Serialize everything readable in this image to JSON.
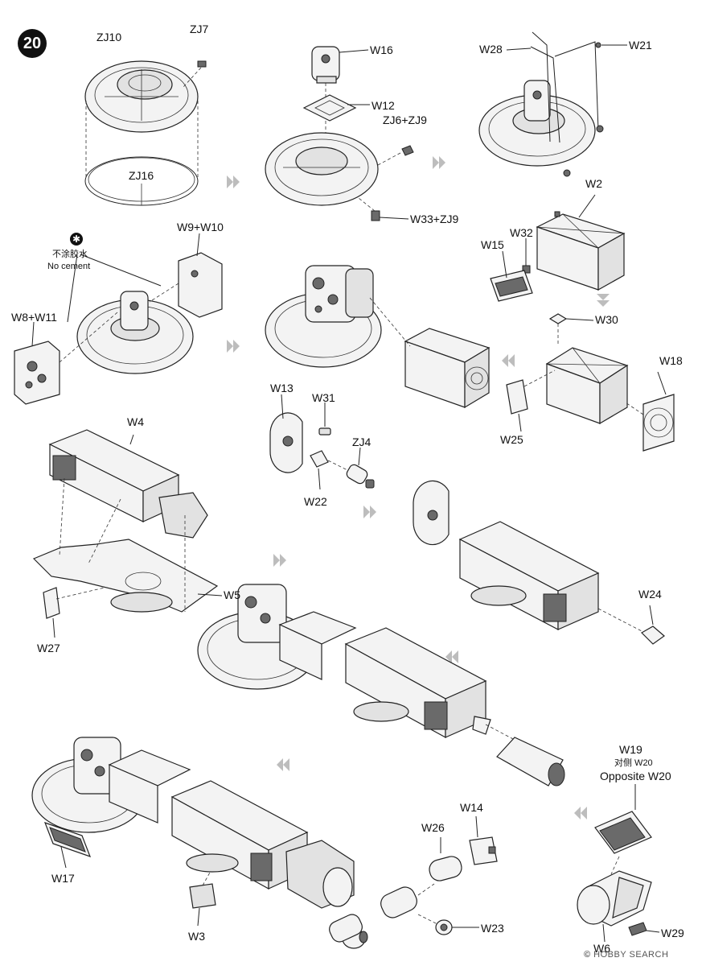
{
  "step_number": "20",
  "labels": {
    "zj10": "ZJ10",
    "zj7": "ZJ7",
    "zj16": "ZJ16",
    "w16": "W16",
    "w12": "W12",
    "zj6_zj9": "ZJ6+ZJ9",
    "w33_zj9": "W33+ZJ9",
    "w28": "W28",
    "w21": "W21",
    "w2": "W2",
    "w32": "W32",
    "w15": "W15",
    "w9_w10": "W9+W10",
    "no_cement_cn": "不涂胶水",
    "no_cement_en": "No cement",
    "w8_w11": "W8+W11",
    "w30": "W30",
    "w18": "W18",
    "w25": "W25",
    "w13": "W13",
    "w31": "W31",
    "zj4": "ZJ4",
    "w22": "W22",
    "w4": "W4",
    "w5": "W5",
    "w27": "W27",
    "w24": "W24",
    "w19": "W19",
    "opposite_cn": "对侧 W20",
    "opposite_en": "Opposite W20",
    "w14": "W14",
    "w26": "W26",
    "w17": "W17",
    "w3": "W3",
    "w23": "W23",
    "w6": "W6",
    "w29": "W29"
  },
  "no_cement_symbol": "asterisk-in-circle",
  "watermark": {
    "mark": "©",
    "brand": "HOBBY SEARCH"
  }
}
